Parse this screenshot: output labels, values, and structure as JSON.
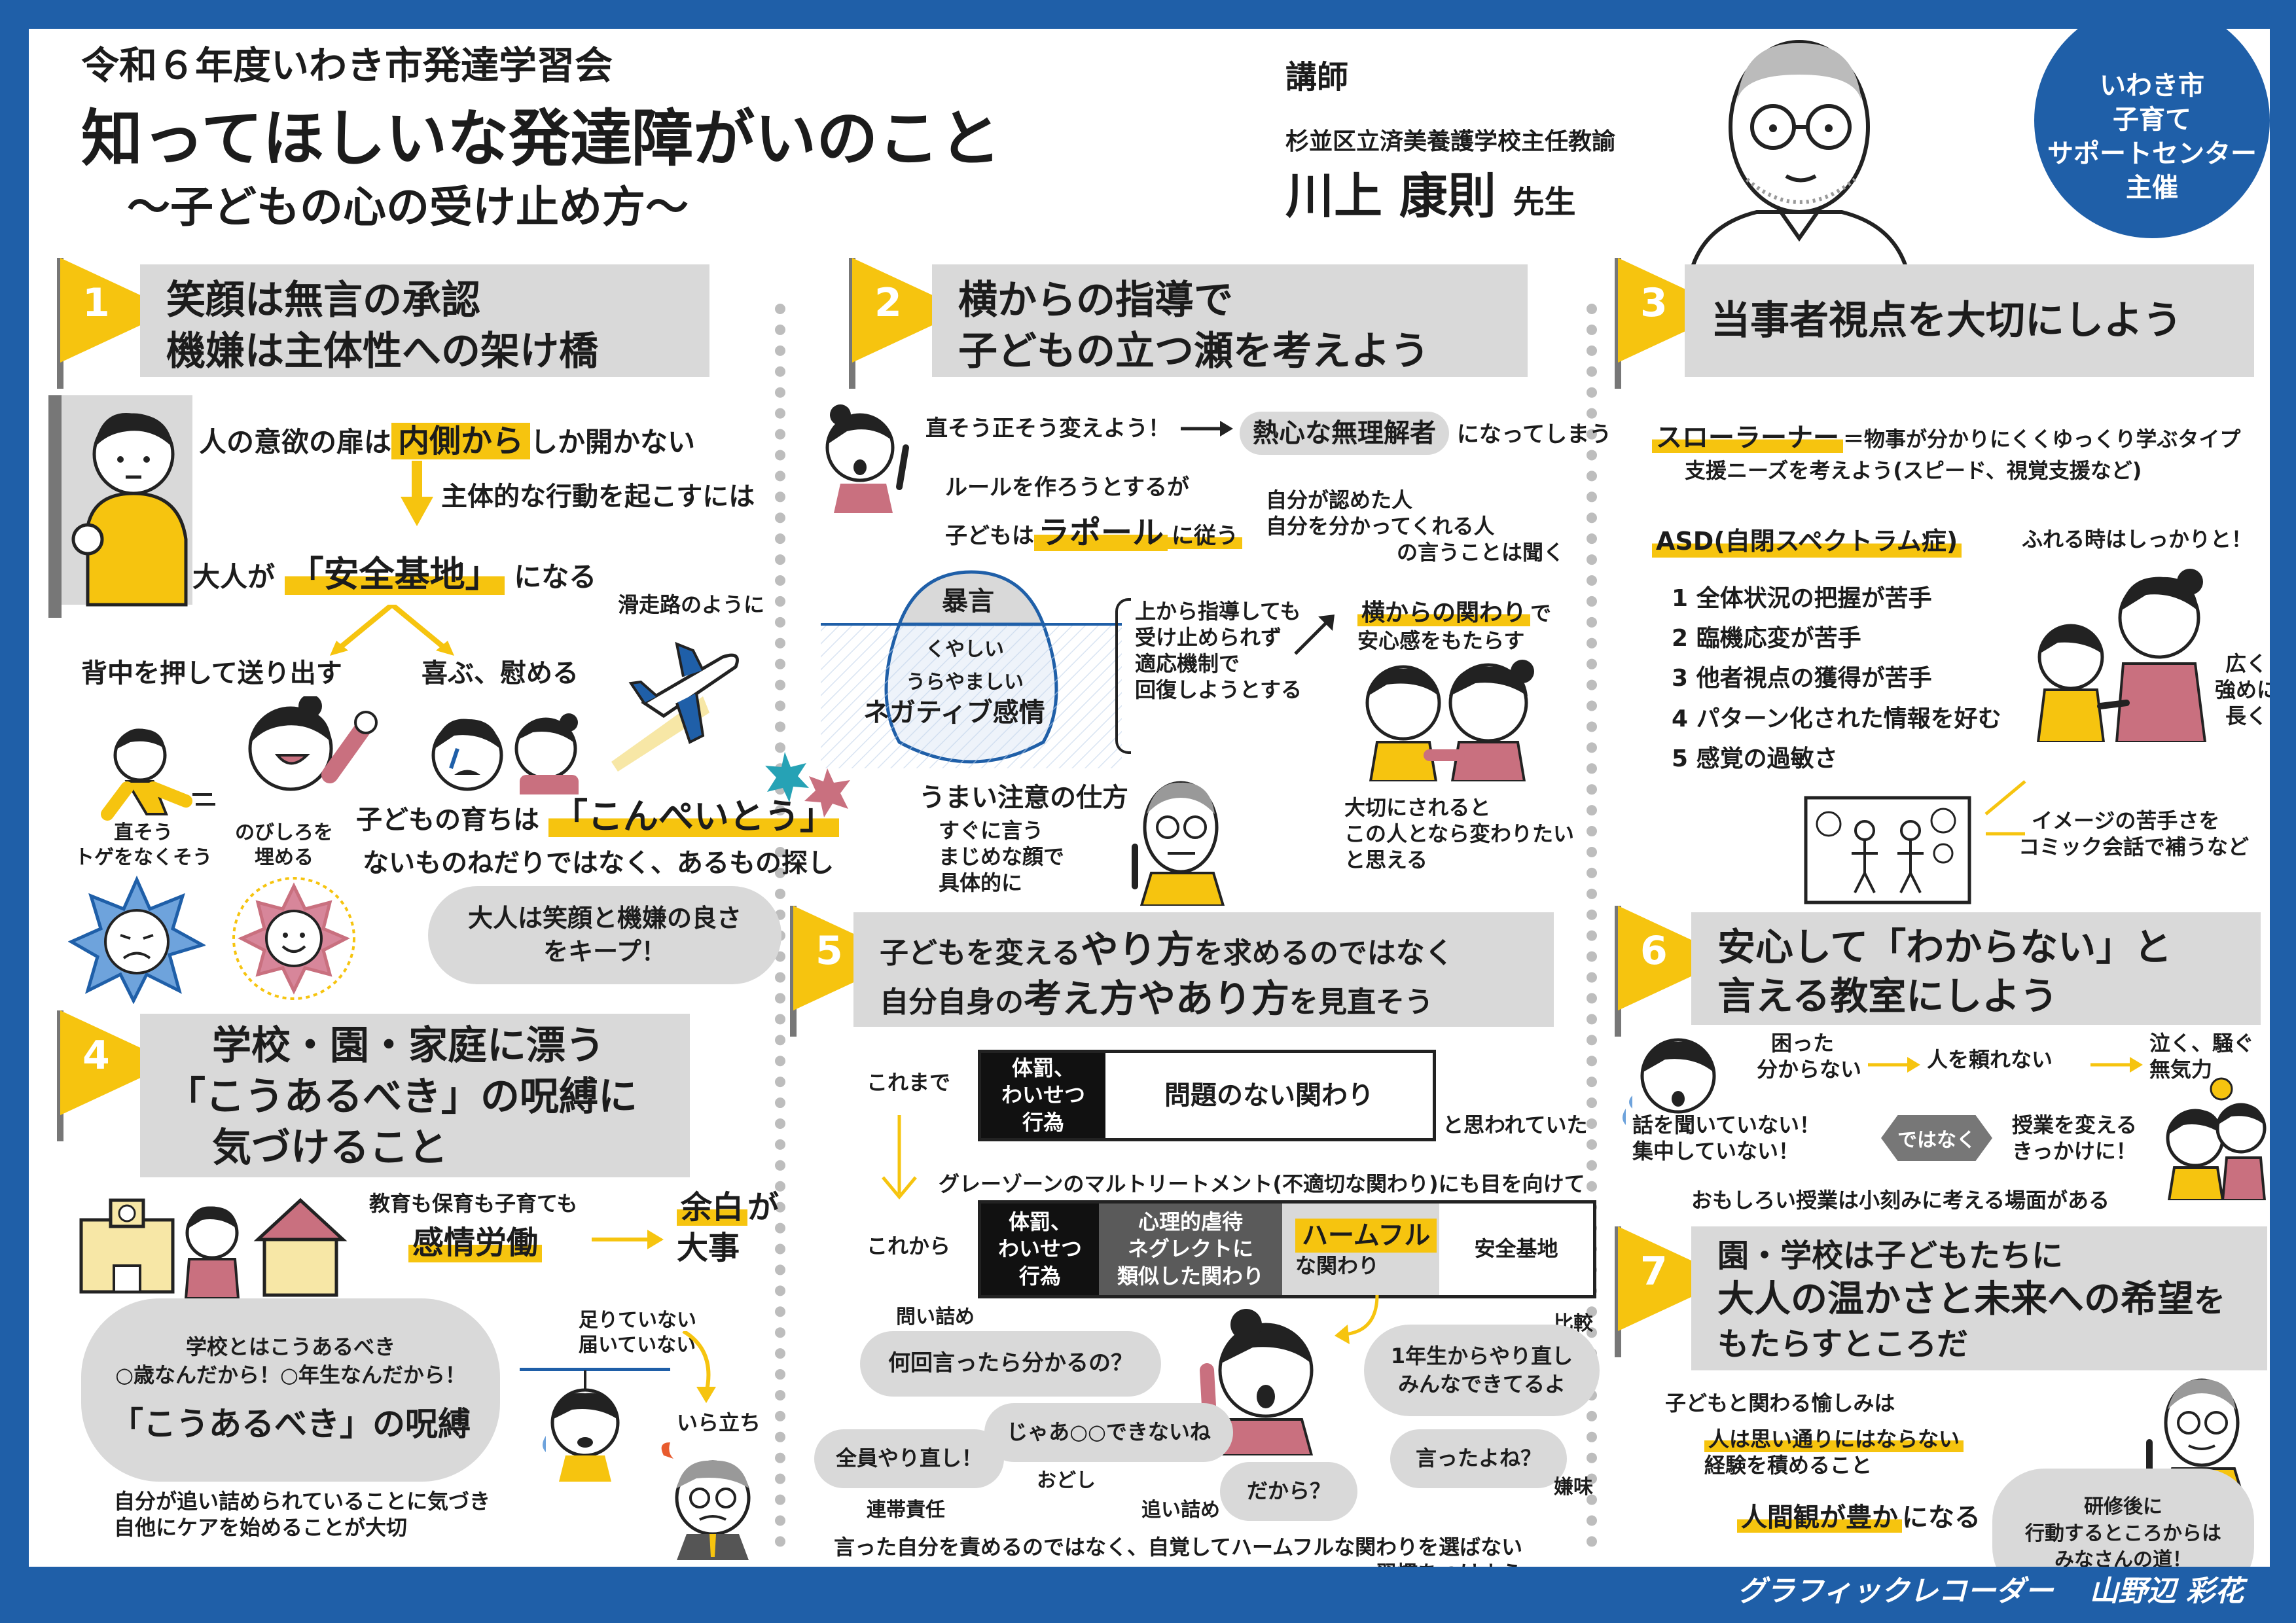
{
  "header": {
    "event": "令和６年度いわき市発達学習会",
    "title": "知ってほしいな発達障がいのこと",
    "subtitle": "〜子どもの心の受け止め方〜",
    "lecturer_label": "講師",
    "lecturer_affiliation": "杉並区立済美養護学校主任教諭",
    "lecturer_name": "川上 康則",
    "lecturer_suffix": "先生",
    "organizer_lines": [
      "いわき市",
      "子育て",
      "サポートセンター",
      "主催"
    ]
  },
  "sections": {
    "s1": {
      "num": "1",
      "title_lines": [
        "笑顔は無言の承認",
        "機嫌は主体性への架け橋"
      ],
      "text_door_pre": "人の意欲の扉は",
      "text_door_hl": "内側から",
      "text_door_post": "しか開かない",
      "text_action": "主体的な行動を起こすには",
      "text_adult_pre": "大人が",
      "text_adult_hl": "「安全基地」",
      "text_adult_post": "になる",
      "text_runway": "滑走路のように",
      "text_push": "背中を押して送り出す",
      "text_rejoice": "喜ぶ、慰める",
      "text_fix": [
        "直そう",
        "トゲをなくそう"
      ],
      "text_stretch": [
        "のびしろを",
        "埋める"
      ],
      "text_growth_pre": "子どもの育ちは",
      "text_growth_hl": "「こんぺいとう」",
      "text_search": "ないものねだりではなく、あるもの探し",
      "bubble_smile": [
        "大人は笑顔と機嫌の良さ",
        "をキープ！"
      ]
    },
    "s2": {
      "num": "2",
      "title_lines": [
        "横からの指導で",
        "子どもの立つ瀬を考えよう"
      ],
      "text_fix": "直そう正そう変えよう！",
      "text_result_hl": "熱心な無理解者",
      "text_result_post": "になってしまう",
      "text_rule": "ルールを作ろうとするが",
      "text_child_pre": "子どもは",
      "text_child_hl": "ラポール",
      "text_child_post": "に従う",
      "text_accept": [
        "自分が認めた人",
        "自分を分かってくれる人",
        "の言うことは聞く"
      ],
      "iceberg_top": "暴言",
      "iceberg_feelings": [
        "くやしい",
        "うらやましい"
      ],
      "iceberg_negative": "ネガティブ感情",
      "text_top_down": [
        "上から指導しても",
        "受け止められず",
        "適応機制で",
        "回復しようとする"
      ],
      "text_side_hl": "横からの関わり",
      "text_side_post": "で",
      "text_side_2": "安心感をもたらす",
      "text_good_title": "うまい注意の仕方",
      "text_good_items": [
        "すぐに言う",
        "まじめな顔で",
        "具体的に"
      ],
      "text_valued": [
        "大切にされると",
        "この人となら変わりたい",
        "と思える"
      ]
    },
    "s3": {
      "num": "3",
      "title": "当事者視点を大切にしよう",
      "slow_hl": "スローラーナー",
      "slow_def": "＝物事が分かりにくくゆっくり学ぶタイプ",
      "slow_need": "支援ニーズを考えよう(スピード、視覚支援など)",
      "asd_hl": "ASD(自閉スペクトラム症)",
      "touch": "ふれる時はしっかりと！",
      "asd_items": [
        "1 全体状況の把握が苦手",
        "2 臨機応変が苦手",
        "3 他者視点の獲得が苦手",
        "4 パターン化された情報を好む",
        "5 感覚の過敏さ"
      ],
      "touch_detail": [
        "広く",
        "強めに",
        "長く"
      ],
      "comic": [
        "イメージの苦手さを",
        "コミック会話で補うなど"
      ]
    },
    "s4": {
      "num": "4",
      "title_lines": [
        "学校・園・家庭に漂う",
        "「こうあるべき」の呪縛に",
        "気づけること"
      ],
      "text_labor_1": "教育も保育も子育ても",
      "text_labor_hl": "感情労働",
      "text_margin_hl": "余白",
      "text_margin_1": "が",
      "text_margin_2": "大事",
      "bubble_should": [
        "学校とはこうあるべき",
        "○歳なんだから！○年生なんだから！"
      ],
      "bubble_should_big": "「こうあるべき」の呪縛",
      "text_lack": [
        "足りていない",
        "届いていない"
      ],
      "text_irritate": "いら立ち",
      "text_care": [
        "自分が追い詰められていることに気づき",
        "自他にケアを始めることが大切"
      ]
    },
    "s5": {
      "num": "5",
      "title_line1_pre": "子どもを変える",
      "title_line1_big": "やり方",
      "title_line1_post": "を求めるのではなく",
      "title_line2_pre": "自分自身の",
      "title_line2_big": "考え方やあり方",
      "title_line2_post": "を見直そう",
      "before_label": "これまで",
      "before_black": [
        "体罰、",
        "わいせつ",
        "行為"
      ],
      "before_white": "問題のない関わり",
      "before_post": "と思われていた",
      "gray_zone": "グレーゾーンのマルトリートメント(不適切な関わり)にも目を向けて",
      "after_label": "これから",
      "after_black": [
        "体罰、",
        "わいせつ",
        "行為"
      ],
      "after_dark": [
        "心理的虐待",
        "ネグレクトに",
        "類似した関わり"
      ],
      "after_harm_hl": "ハームフル",
      "after_harm_2": "な関わり",
      "after_safe": "安全基地",
      "label_interrogate": "問い詰め",
      "label_compare": "比較",
      "bubble_how_many": "何回言ったら分かるの？",
      "bubble_redo_1st": [
        "1年生からやり直し",
        "みんなできてるよ"
      ],
      "bubble_then": "じゃあ○○できないね",
      "bubble_all_redo": "全員やり直し！",
      "bubble_said": "言ったよね？",
      "bubble_so": "だから？",
      "label_threat": "おどし",
      "label_group": "連帯責任",
      "label_corner": "追い詰め",
      "label_sarcasm": "嫌味",
      "text_habit": [
        "言った自分を責めるのではなく、自覚してハームフルな関わりを選ばない",
        "習慣をつけよう"
      ]
    },
    "s6": {
      "num": "6",
      "title_lines": [
        "安心して「わからない」と",
        "言える教室にしよう"
      ],
      "flow_1": [
        "困った",
        "分からない"
      ],
      "flow_2": "人を頼れない",
      "flow_3": [
        "泣く、騒ぐ",
        "無気力"
      ],
      "text_not_listen": [
        "話を聞いていない！",
        "集中していない！"
      ],
      "badge_instead": "ではなく",
      "text_chance": [
        "授業を変える",
        "きっかけに！"
      ],
      "text_fun": "おもしろい授業は小刻みに考える場面がある"
    },
    "s7": {
      "num": "7",
      "title_line1": "園・学校は子どもたちに",
      "title_line2": "大人の温かさと未来への希望",
      "title_line2_post": "を",
      "title_line3": "もたらすところだ",
      "text_joy": "子どもと関わる愉しみは",
      "text_unexpected_hl": "人は思い通りにはならない",
      "text_experience": "経験を積めること",
      "text_human_hl": "人間観が豊か",
      "text_human_post": "になる",
      "bubble_after": [
        "研修後に",
        "行動するところからは",
        "みなさんの道！"
      ]
    }
  },
  "footer": {
    "credit_role": "グラフィックレコーダー",
    "credit_name": "山野辺 彩花"
  },
  "colors": {
    "frame_blue": "#1f5fa8",
    "accent_yellow": "#f6c40f",
    "panel_gray": "#d9d9d9",
    "skin_pink": "#c9707f"
  }
}
